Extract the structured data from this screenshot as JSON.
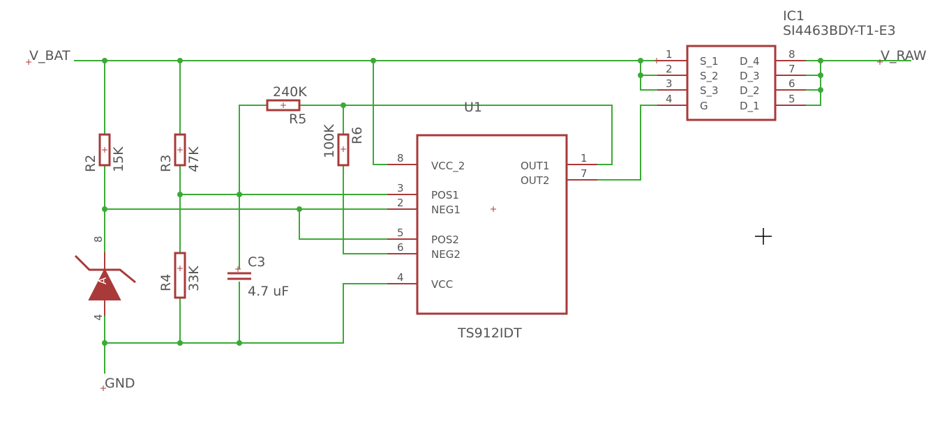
{
  "nets": {
    "v_bat": "V_BAT",
    "v_raw": "V_RAW",
    "gnd": "GND"
  },
  "components": {
    "u1": {
      "name": "U1",
      "value": "TS912IDT",
      "pins": [
        {
          "num": "8",
          "label": "VCC_2"
        },
        {
          "num": "3",
          "label": "POS1"
        },
        {
          "num": "2",
          "label": "NEG1"
        },
        {
          "num": "5",
          "label": "POS2"
        },
        {
          "num": "6",
          "label": "NEG2"
        },
        {
          "num": "4",
          "label": "VCC"
        },
        {
          "num": "1",
          "label": "OUT1"
        },
        {
          "num": "7",
          "label": "OUT2"
        }
      ]
    },
    "ic1": {
      "name": "IC1",
      "value": "SI4463BDY-T1-E3",
      "left_pins": [
        {
          "num": "1",
          "label": "S_1"
        },
        {
          "num": "2",
          "label": "S_2"
        },
        {
          "num": "3",
          "label": "S_3"
        },
        {
          "num": "4",
          "label": "G"
        }
      ],
      "right_pins": [
        {
          "num": "8",
          "label": "D_4"
        },
        {
          "num": "7",
          "label": "D_3"
        },
        {
          "num": "6",
          "label": "D_2"
        },
        {
          "num": "5",
          "label": "D_1"
        }
      ]
    },
    "r2": {
      "name": "R2",
      "value": "15K"
    },
    "r3": {
      "name": "R3",
      "value": "47K"
    },
    "r4": {
      "name": "R4",
      "value": "33K"
    },
    "r5": {
      "name": "R5",
      "value": "240K"
    },
    "r6": {
      "name": "R6",
      "value": "100K"
    },
    "c3": {
      "name": "C3",
      "value": "4.7 uF"
    },
    "zener": {
      "pin_top": "8",
      "pin_bottom": "4",
      "mark": "A"
    }
  },
  "colors": {
    "wire": "#3aaa35",
    "component": "#a83a3a",
    "text": "#555555"
  }
}
